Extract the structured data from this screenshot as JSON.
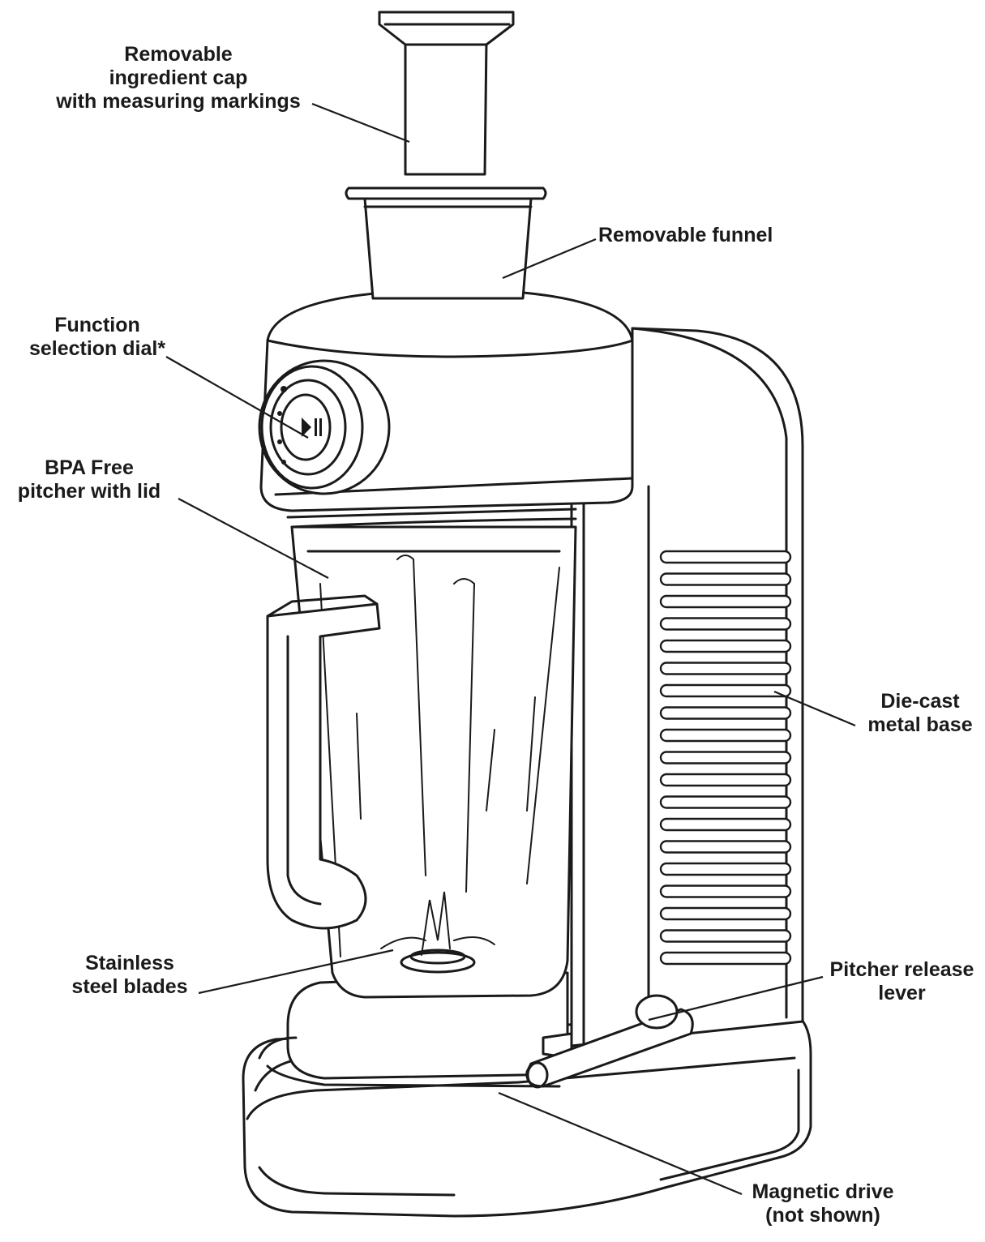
{
  "labels": {
    "ingredient_cap": [
      "Removable",
      "ingredient cap",
      "with measuring markings"
    ],
    "funnel": [
      "Removable funnel"
    ],
    "dial": [
      "Function",
      "selection dial*"
    ],
    "pitcher": [
      "BPA Free",
      "pitcher with lid"
    ],
    "base": [
      "Die-cast",
      "metal base"
    ],
    "blades": [
      "Stainless",
      "steel blades"
    ],
    "lever": [
      "Pitcher release",
      "lever"
    ],
    "drive": [
      "Magnetic drive",
      "(not shown)"
    ]
  },
  "colors": {
    "ink": "#1a1a1a",
    "background": "#ffffff"
  }
}
